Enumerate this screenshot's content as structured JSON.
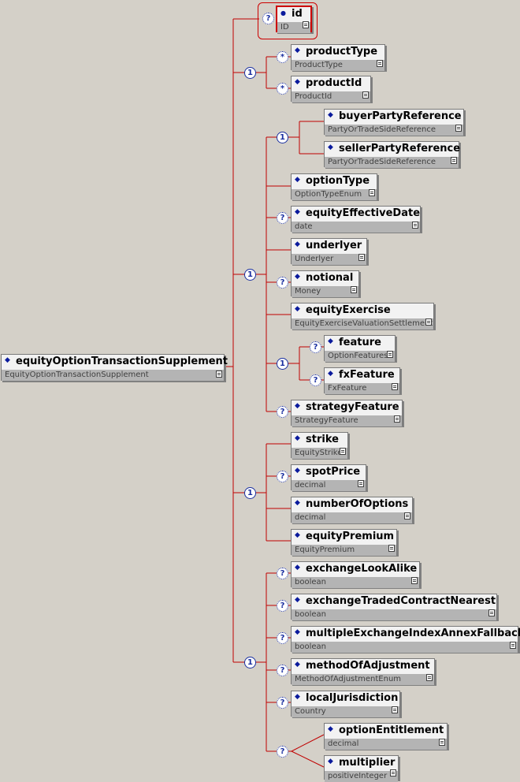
{
  "root": {
    "name": "equityOptionTransactionSupplement",
    "type": "EquityOptionTransactionSupplement"
  },
  "seq_label": "1",
  "opt_label": "?",
  "many_label": "*",
  "elements": [
    {
      "key": "id",
      "name": "id",
      "type": "ID"
    },
    {
      "key": "productType",
      "name": "productType",
      "type": "ProductType"
    },
    {
      "key": "productId",
      "name": "productId",
      "type": "ProductId"
    },
    {
      "key": "buyerPartyReference",
      "name": "buyerPartyReference",
      "type": "PartyOrTradeSideReference"
    },
    {
      "key": "sellerPartyReference",
      "name": "sellerPartyReference",
      "type": "PartyOrTradeSideReference"
    },
    {
      "key": "optionType",
      "name": "optionType",
      "type": "OptionTypeEnum"
    },
    {
      "key": "equityEffectiveDate",
      "name": "equityEffectiveDate",
      "type": "date"
    },
    {
      "key": "underlyer",
      "name": "underlyer",
      "type": "Underlyer"
    },
    {
      "key": "notional",
      "name": "notional",
      "type": "Money"
    },
    {
      "key": "equityExercise",
      "name": "equityExercise",
      "type": "EquityExerciseValuationSettlement"
    },
    {
      "key": "feature",
      "name": "feature",
      "type": "OptionFeatures"
    },
    {
      "key": "fxFeature",
      "name": "fxFeature",
      "type": "FxFeature"
    },
    {
      "key": "strategyFeature",
      "name": "strategyFeature",
      "type": "StrategyFeature"
    },
    {
      "key": "strike",
      "name": "strike",
      "type": "EquityStrike"
    },
    {
      "key": "spotPrice",
      "name": "spotPrice",
      "type": "decimal"
    },
    {
      "key": "numberOfOptions",
      "name": "numberOfOptions",
      "type": "decimal"
    },
    {
      "key": "equityPremium",
      "name": "equityPremium",
      "type": "EquityPremium"
    },
    {
      "key": "exchangeLookAlike",
      "name": "exchangeLookAlike",
      "type": "boolean"
    },
    {
      "key": "exchangeTradedContractNearest",
      "name": "exchangeTradedContractNearest",
      "type": "boolean"
    },
    {
      "key": "multipleExchangeIndexAnnexFallback",
      "name": "multipleExchangeIndexAnnexFallback",
      "type": "boolean"
    },
    {
      "key": "methodOfAdjustment",
      "name": "methodOfAdjustment",
      "type": "MethodOfAdjustmentEnum"
    },
    {
      "key": "localJurisdiction",
      "name": "localJurisdiction",
      "type": "Country"
    },
    {
      "key": "optionEntitlement",
      "name": "optionEntitlement",
      "type": "decimal"
    },
    {
      "key": "multiplier",
      "name": "multiplier",
      "type": "positiveInteger"
    }
  ]
}
